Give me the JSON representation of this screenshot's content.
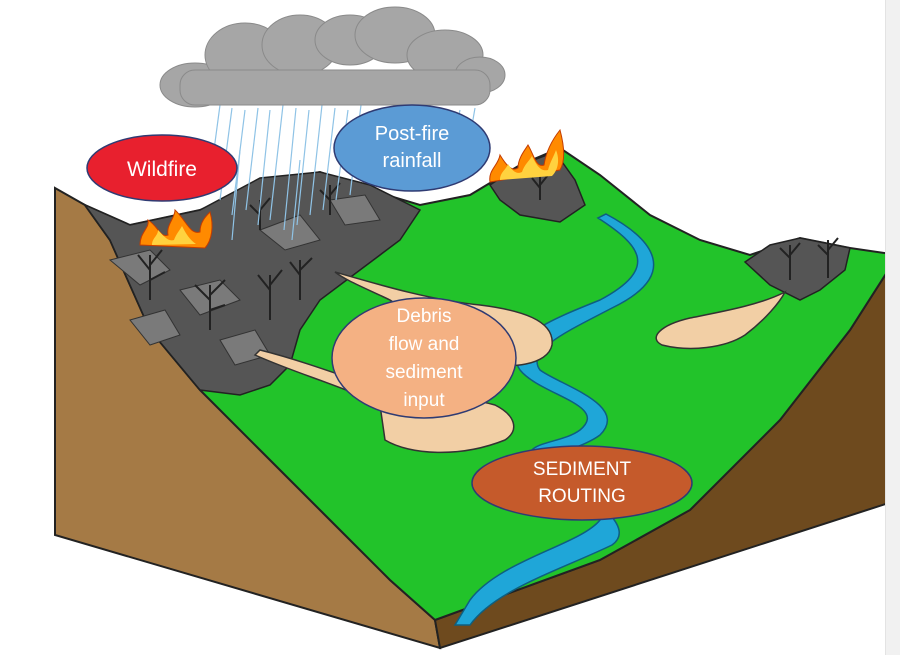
{
  "labels": {
    "wildfire": "Wildfire",
    "rainfall_line1": "Post-fire",
    "rainfall_line2": "rainfall",
    "debris_line1": "Debris",
    "debris_line2": "flow and",
    "debris_line3": "sediment",
    "debris_line4": "input",
    "routing_line1": "SEDIMENT",
    "routing_line2": "ROUTING"
  },
  "colors": {
    "wildfire_fill": "#e8202e",
    "rainfall_fill": "#5b9bd5",
    "debris_fill": "#f4b183",
    "routing_fill": "#c55a2b",
    "terrain_green": "#22c32a",
    "soil_brown": "#a57a45",
    "soil_dark": "#6e4a1e",
    "burned_gray": "#555555",
    "river_blue": "#1fa6d8",
    "cloud_gray": "#a6a6a6",
    "sediment_tan": "#f2cfa5"
  }
}
